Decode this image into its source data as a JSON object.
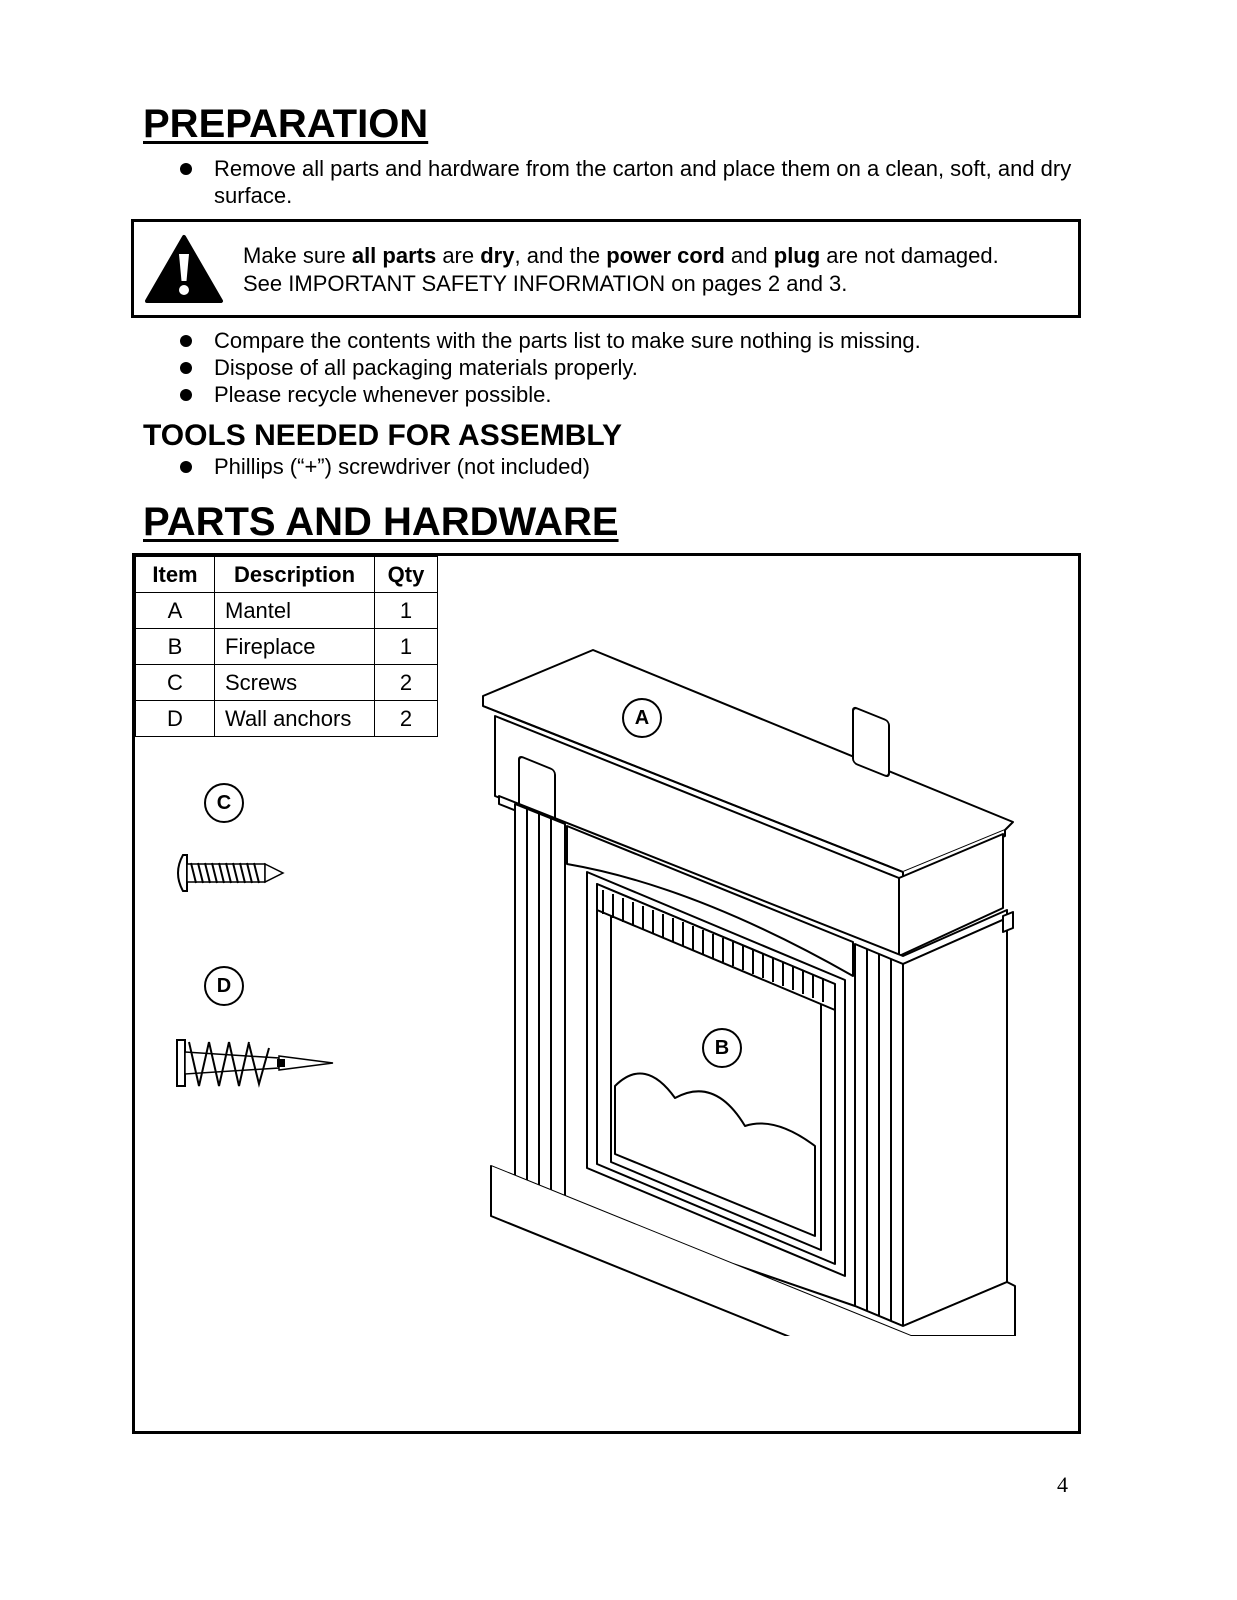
{
  "preparation": {
    "heading": "PREPARATION",
    "bullets_top": [
      "Remove all parts and hardware from the carton and place them on a clean, soft, and dry surface."
    ],
    "warning": {
      "icon": "warning-triangle-icon",
      "line1_parts": [
        "Make sure ",
        "all parts",
        " are ",
        "dry",
        ", and the ",
        "power cord",
        " and ",
        "plug",
        " are not damaged."
      ],
      "line2": "See IMPORTANT SAFETY INFORMATION on pages 2 and 3."
    },
    "bullets_bottom": [
      "Compare the contents with the parts list to make sure nothing is missing.",
      "Dispose of all packaging materials properly.",
      "Please recycle whenever possible."
    ]
  },
  "tools": {
    "heading": "TOOLS NEEDED FOR ASSEMBLY",
    "items": [
      "Phillips (“+”) screwdriver (not included)"
    ]
  },
  "parts": {
    "heading": "PARTS AND HARDWARE",
    "columns": [
      "Item",
      "Description",
      "Qty"
    ],
    "rows": [
      [
        "A",
        "Mantel",
        "1"
      ],
      [
        "B",
        "Fireplace",
        "1"
      ],
      [
        "C",
        "Screws",
        "2"
      ],
      [
        "D",
        "Wall anchors",
        "2"
      ]
    ],
    "callouts": {
      "a": "A",
      "b": "B",
      "c": "C",
      "d": "D"
    }
  },
  "page_number": "4"
}
